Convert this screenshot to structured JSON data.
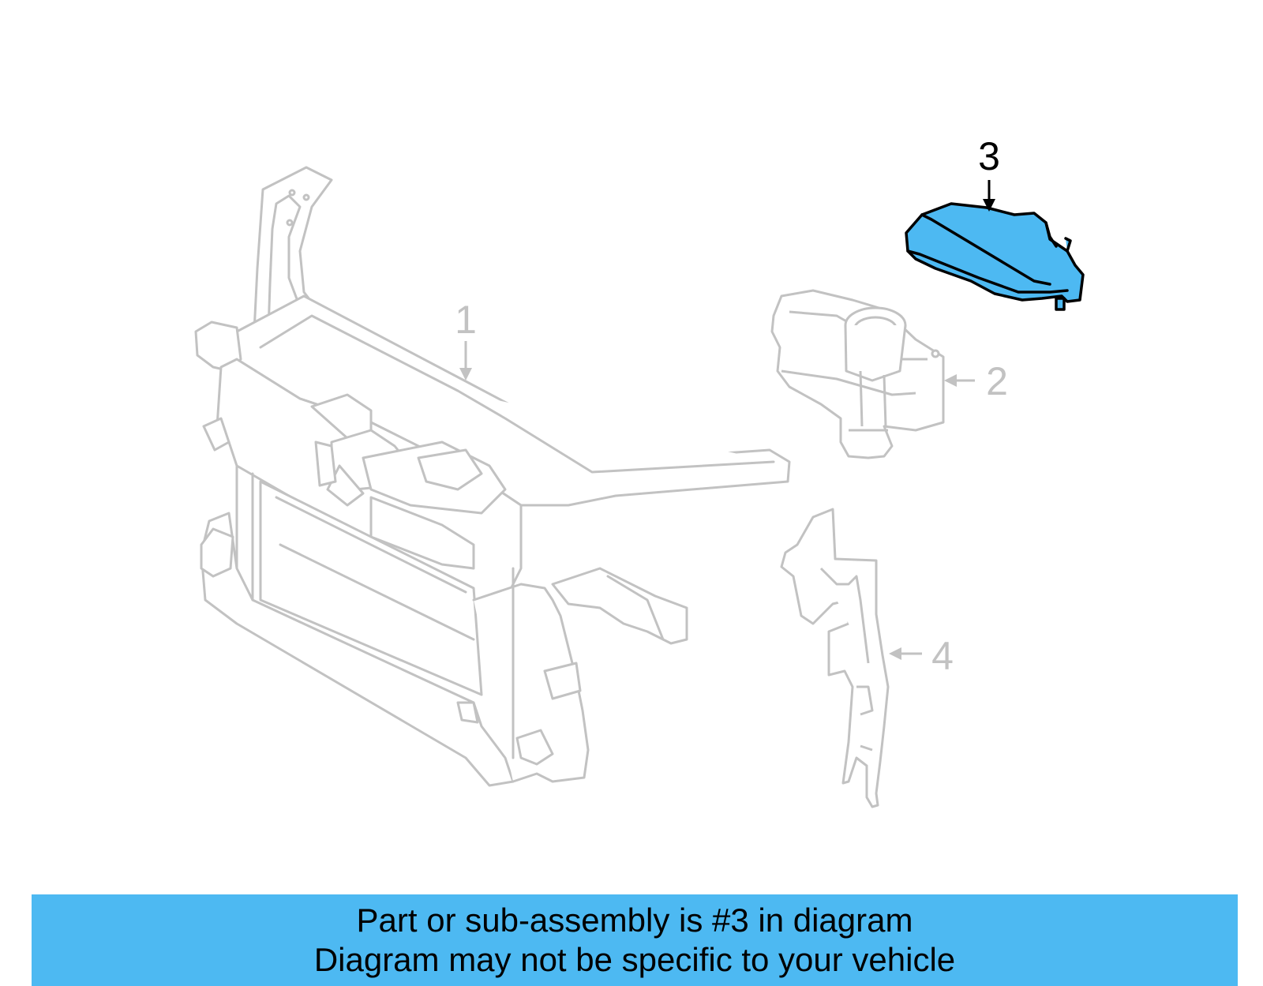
{
  "colors": {
    "highlight": "#4db9f2",
    "faded_line": "#c2c2c2",
    "highlight_outline": "#000000",
    "banner_bg": "#4db9f2",
    "text": "#000000"
  },
  "callouts": [
    {
      "id": "1",
      "label": "1",
      "highlighted": false
    },
    {
      "id": "2",
      "label": "2",
      "highlighted": false
    },
    {
      "id": "3",
      "label": "3",
      "highlighted": true
    },
    {
      "id": "4",
      "label": "4",
      "highlighted": false
    }
  ],
  "banner": {
    "line1": "Part or sub-assembly is #3 in diagram",
    "line2": "Diagram may not be specific to your vehicle"
  }
}
